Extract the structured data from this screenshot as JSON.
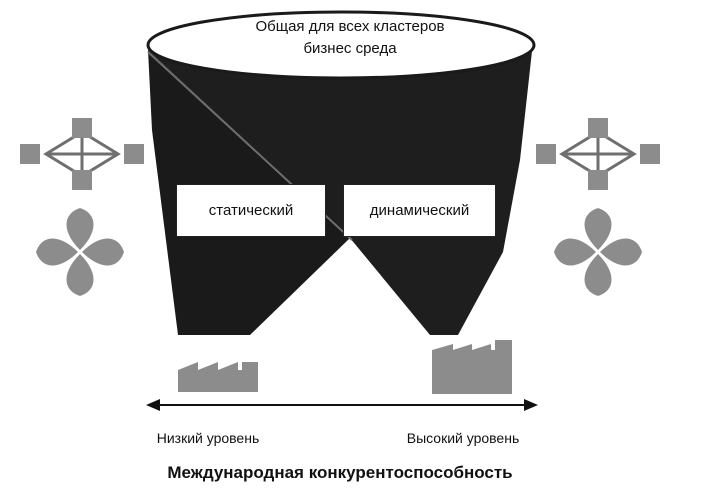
{
  "diagram": {
    "top_text_line1": "Общая для всех кластеров",
    "top_text_line2": "бизнес среда",
    "static_label": "статический",
    "dynamic_label": "динамический",
    "low_level_label": "Низкий уровень",
    "high_level_label": "Высокий уровень",
    "caption": "Международная конкурентоспособность"
  },
  "colors": {
    "funnel_dark": "#1a1a1a",
    "icon_gray": "#8c8c8c",
    "background": "#ffffff"
  }
}
